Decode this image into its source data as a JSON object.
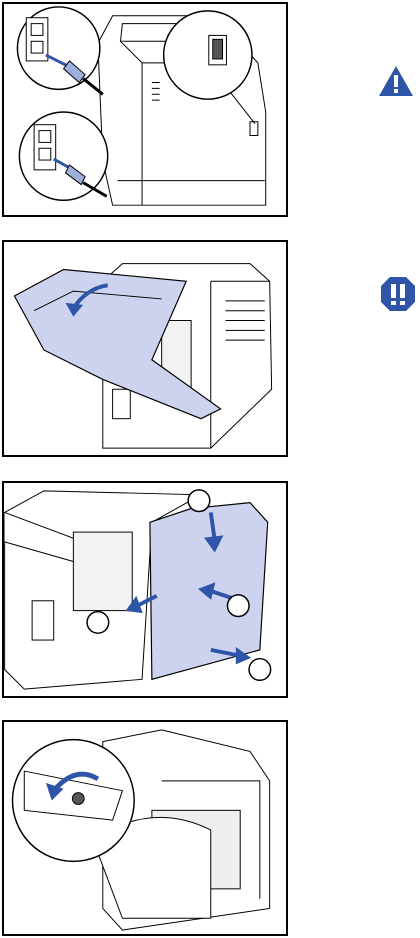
{
  "colors": {
    "accent_blue": "#2e55a8",
    "panel_fill": "#cdd3ee",
    "line": "#000000"
  },
  "icons": {
    "warning": "warning-triangle-icon",
    "caution": "double-exclamation-icon"
  },
  "steps": [
    {
      "id": "step-1",
      "subject": "power-off-and-unplug"
    },
    {
      "id": "step-2",
      "subject": "open-rear-door"
    },
    {
      "id": "step-3",
      "subject": "remove-side-panel"
    },
    {
      "id": "step-4",
      "subject": "turn-fastener"
    }
  ],
  "callouts": []
}
